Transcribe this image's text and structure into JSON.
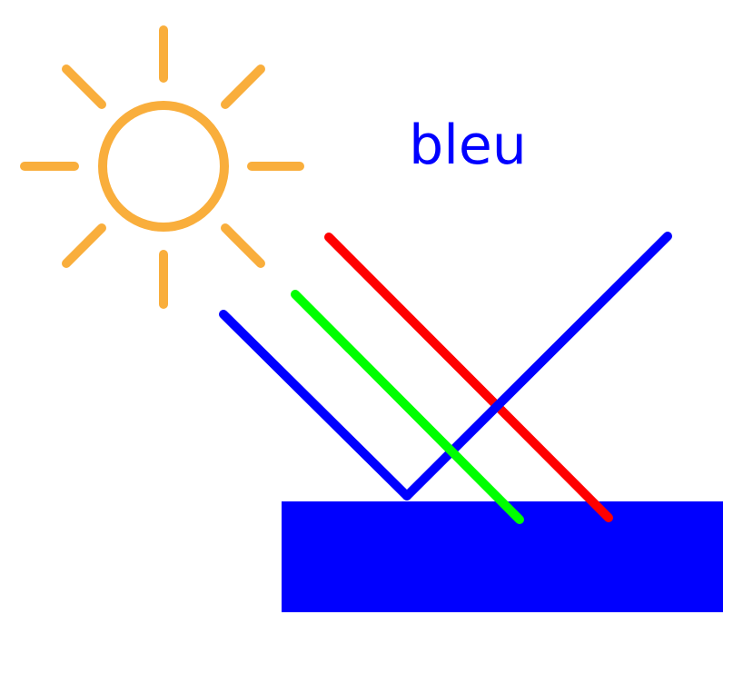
{
  "diagram": {
    "label": "bleu",
    "colors": {
      "sun": "#F9AE3C",
      "surface": "#0000FF",
      "label": "#0000FF",
      "ray_blue": "#0000FF",
      "ray_green": "#00FF00",
      "ray_red": "#FF0000",
      "background": "#FFFFFF"
    },
    "elements": {
      "sun": "sun-icon",
      "surface": "blue-surface",
      "incident_rays": [
        "blue",
        "green",
        "red"
      ],
      "reflected_ray": "blue",
      "absorbed_rays": [
        "green",
        "red"
      ]
    }
  }
}
